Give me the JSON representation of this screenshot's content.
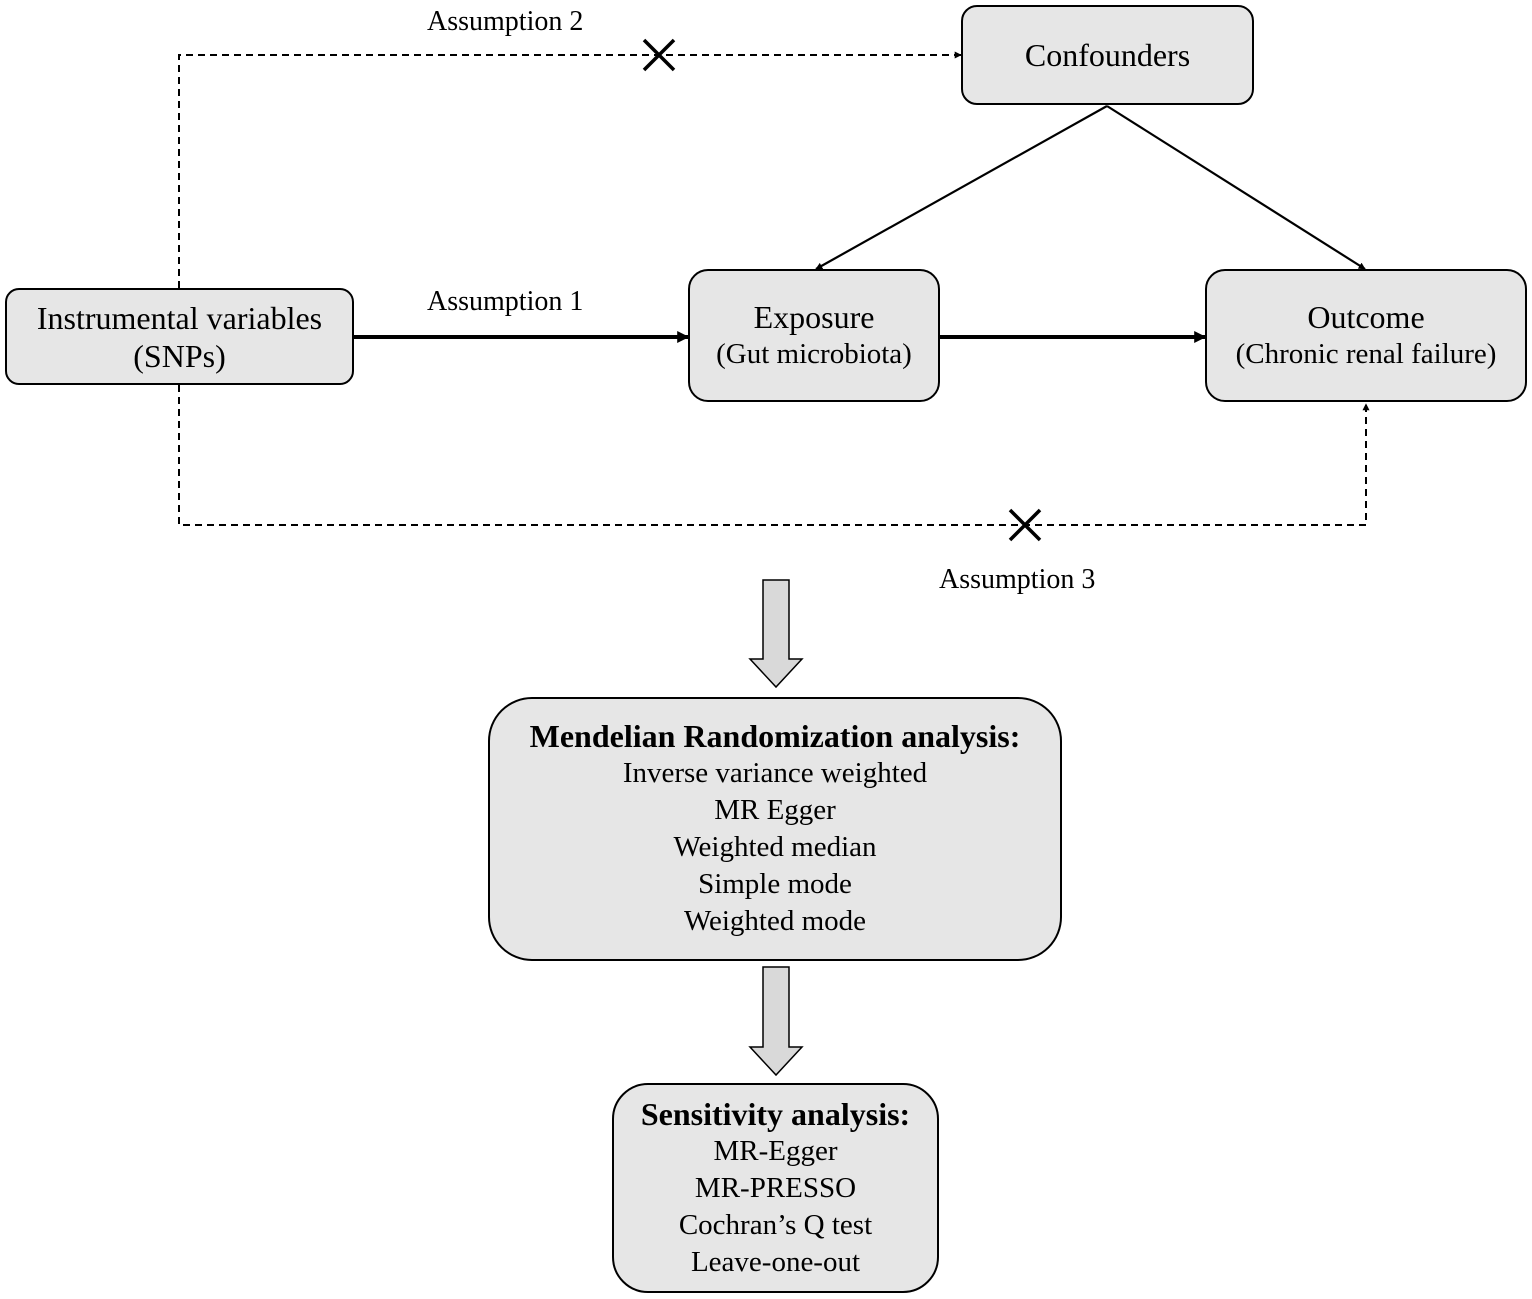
{
  "instrument": {
    "title": "Instrumental variables",
    "subtitle": "(SNPs)"
  },
  "confounders": {
    "title": "Confounders"
  },
  "exposure": {
    "title": "Exposure",
    "subtitle": "(Gut microbiota)"
  },
  "outcome": {
    "title": "Outcome",
    "subtitle": "(Chronic renal failure)"
  },
  "assumptions": {
    "a1": "Assumption 1",
    "a2": "Assumption 2",
    "a3": "Assumption 3"
  },
  "mr_analysis": {
    "heading": "Mendelian Randomization analysis:",
    "methods": [
      "Inverse variance weighted",
      "MR Egger",
      "Weighted median",
      "Simple mode",
      "Weighted mode"
    ]
  },
  "sensitivity": {
    "heading": "Sensitivity analysis:",
    "methods": [
      "MR-Egger",
      "MR-PRESSO",
      "Cochran’s Q test",
      "Leave-one-out"
    ]
  },
  "colors": {
    "box_fill": "#e6e6e6",
    "stroke": "#000000"
  }
}
